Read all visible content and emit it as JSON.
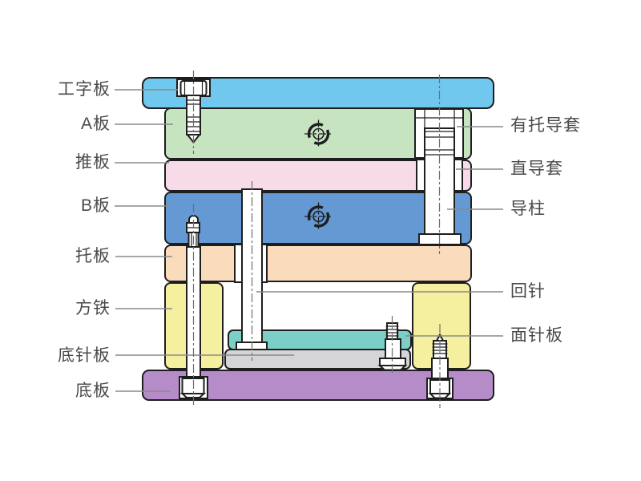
{
  "diagram": {
    "type": "injection-mold-base-cross-section",
    "plate_labels_left": [
      {
        "id": "top-clamp-plate",
        "text": "工字板"
      },
      {
        "id": "a-plate",
        "text": "A板"
      },
      {
        "id": "stripper-plate",
        "text": "推板"
      },
      {
        "id": "b-plate",
        "text": "B板"
      },
      {
        "id": "support-plate",
        "text": "托板"
      },
      {
        "id": "spacer-block",
        "text": "方铁"
      },
      {
        "id": "bottom-ejector-plate",
        "text": "底针板"
      },
      {
        "id": "bottom-plate",
        "text": "底板"
      }
    ],
    "component_labels_right": [
      {
        "id": "shouldered-guide-bushing",
        "text": "有托导套"
      },
      {
        "id": "straight-guide-bushing",
        "text": "直导套"
      },
      {
        "id": "guide-pillar",
        "text": "导柱"
      },
      {
        "id": "return-pin",
        "text": "回针"
      },
      {
        "id": "face-ejector-plate",
        "text": "面针板"
      }
    ],
    "colors": {
      "top_clamp_plate": "#70C8EE",
      "a_plate": "#C6E4C0",
      "stripper_plate": "#F8DBE8",
      "b_plate": "#6499D4",
      "support_plate": "#FADCBD",
      "spacer_block": "#F5F0A0",
      "face_ejector_plate": "#7CCFC7",
      "bottom_ejector_plate": "#D5D5D7",
      "bottom_plate": "#B58CC8",
      "outline": "#1E1E1E",
      "leader_line": "#8A8A8A",
      "label_text": "#4A4A4A"
    }
  }
}
